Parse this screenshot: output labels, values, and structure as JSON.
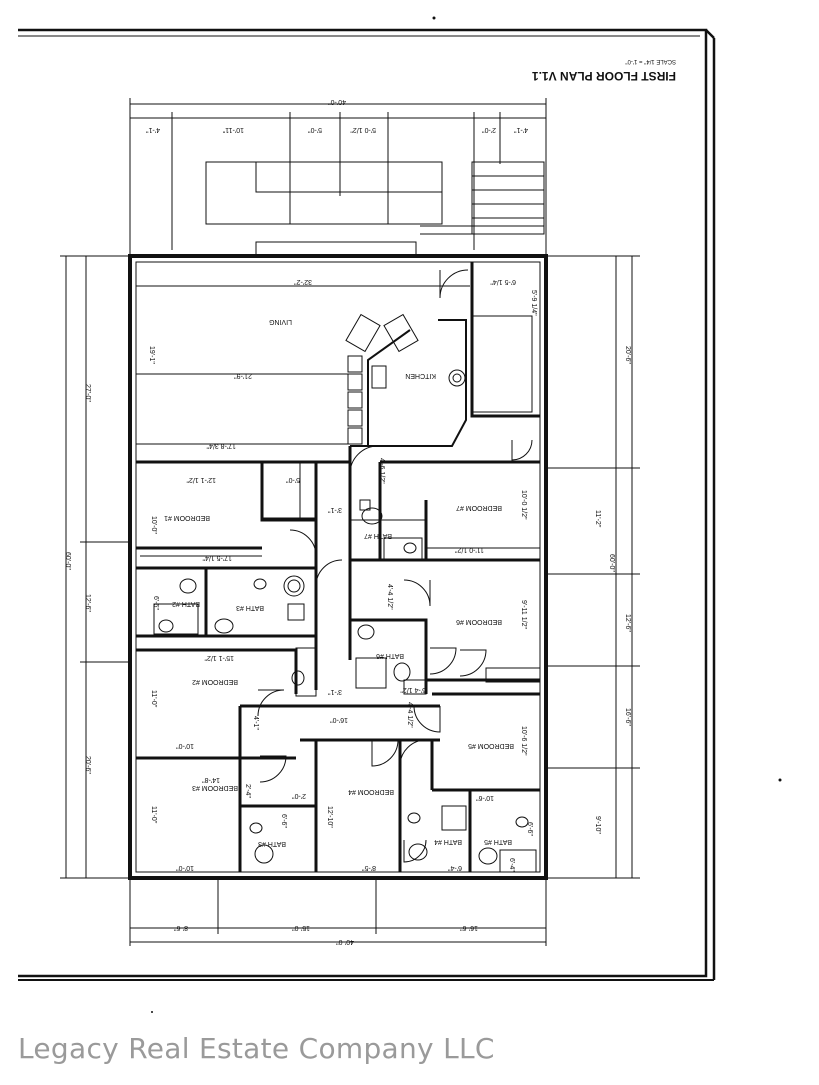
{
  "sheet": {
    "title": "FIRST FLOOR PLAN V1.1",
    "scale": "SCALE 1/4\" = 1'-0\""
  },
  "rooms": {
    "living": "LIVING",
    "kitchen": "KITCHEN",
    "bedroom1": "BEDROOM #1",
    "bedroom2": "BEDROOM #2",
    "bedroom3": "BEDROOM #3",
    "bedroom4": "BEDROOM #4",
    "bedroom5": "BEDROOM #5",
    "bedroom6": "BEDROOM #6",
    "bedroom7": "BEDROOM #7",
    "bath2": "BATH #2",
    "bath3": "BATH #3",
    "bath4": "BATH #4",
    "bath5": "BATH #5",
    "bath6": "BATH #6",
    "bath7": "BATH #7"
  },
  "dims": {
    "top_total": "40'-0\"",
    "top_a": "4'-1\"",
    "top_b": "10'-11\"",
    "top_c": "5'-0\"",
    "top_d": "5'-0 1/2\"",
    "top_e": "2'-0\"",
    "top_f": "4'-1\"",
    "bottom_total": "40'-0\"",
    "bottom_a": "8'-6\"",
    "bottom_b": "15'-0\"",
    "bottom_c": "16'-6\"",
    "left_total": "60'-0\"",
    "left_top": "27'-0\"",
    "left_mid": "12'-6\"",
    "left_bot": "20'-6\"",
    "right_total": "60'-0\"",
    "right_a": "20'-6\"",
    "right_b": "11'-2\"",
    "right_c": "12'-6\"",
    "right_d": "16'-6\"",
    "right_e": "9'-10\"",
    "living_w": "32'-2\"",
    "living_d": "21'-9\"",
    "living_h": "19'-1\"",
    "hall_w": "17'-8 3/4\"",
    "stair_w": "6'-5 1/4\"",
    "stair_h": "5'-9 1/4\"",
    "br1_w": "12'-1 1/2\"",
    "br1_h": "10'-0\"",
    "br1_b": "17'-5 1/4\"",
    "br2_w": "15'-1 1/2\"",
    "br2_h": "11'-0\"",
    "br2_b": "10'-0\"",
    "br3_w": "14'-8\"",
    "br3_h": "11'-0\"",
    "br3_b": "10'-0\"",
    "br4_h": "12'-10\"",
    "br4_b": "8'-5\"",
    "br5_h": "10'-6 1/2\"",
    "br5_b": "10'-6\"",
    "br6_h": "9'-11 1/2\"",
    "br7_w": "11'-0 1/2\"",
    "br7_h": "10'-0 1/2\"",
    "closet_a": "4'-6 1/2\"",
    "closet_b": "3'-1\"",
    "closet_c": "4'-4 1/2\"",
    "closet_d": "3'-1\"",
    "closet_e": "16'-0\"",
    "closet_f": "4'-1\"",
    "closet_g": "4'-4 1/2\"",
    "closet_h": "5'-4 1/2\"",
    "bath_a": "6'-6\"",
    "bath_b": "6'-6\"",
    "bath_c": "6'-4\"",
    "bath_d": "6'-4\"",
    "bath_e": "6'-6\"",
    "small_a": "2'-0\"",
    "small_b": "5'-0\"",
    "small_c": "2'-4\""
  },
  "footer": {
    "company": "Legacy Real Estate Company LLC"
  }
}
